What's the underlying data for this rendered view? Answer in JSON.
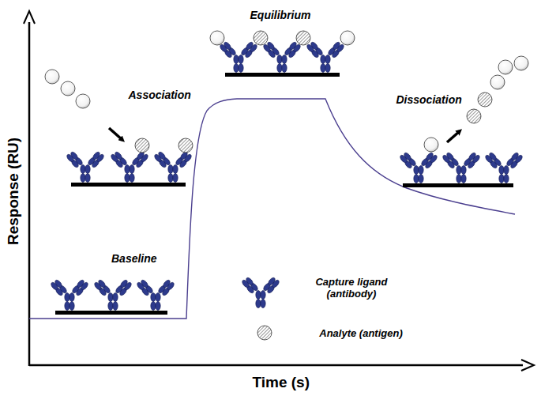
{
  "diagram": {
    "labels": [
      "Equilibrium",
      "Association",
      "Dissociation",
      "Baseline",
      "Response (RU)",
      "Time (s)"
    ],
    "legend": [
      {
        "text": "Capture ligand (antibody)"
      },
      {
        "text": "Analyte (antigen)"
      }
    ]
  }
}
